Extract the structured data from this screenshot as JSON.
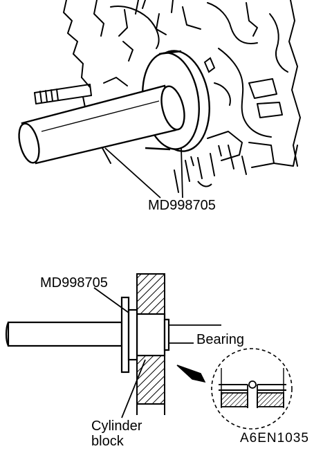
{
  "labels": {
    "upper_tool": "MD998705",
    "lower_tool": "MD998705",
    "bearing": "Bearing",
    "cylinder_line1": "Cylinder",
    "cylinder_line2": "block",
    "figure_code": "A6EN1035"
  },
  "colors": {
    "ink": "#000000",
    "paper": "#ffffff"
  }
}
